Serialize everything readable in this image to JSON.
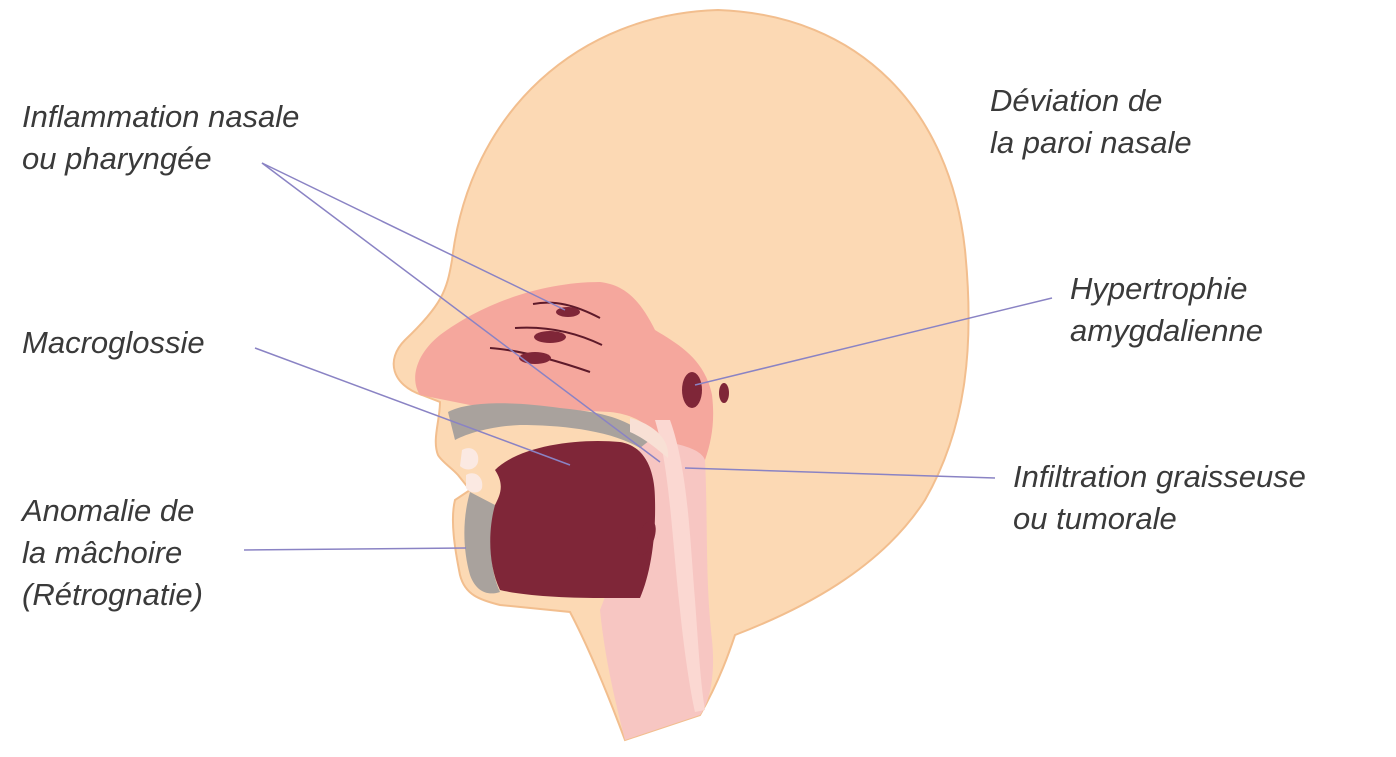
{
  "colors": {
    "skin": "#fcd9b4",
    "skin_outline": "#f2be8e",
    "airway": "#f5a79d",
    "airway_light": "#f9c3bb",
    "throat": "#f7c6c2",
    "tongue": "#7f2638",
    "tongue_dark": "#5e1a2a",
    "palate_bone": "#a9a29d",
    "teeth": "#fbe9e2",
    "callout_line": "#8a83c4",
    "text": "#3a3a3a"
  },
  "labels": {
    "nasal_inflammation": {
      "line1": "Inflammation nasale",
      "line2": "ou pharyngée"
    },
    "macroglossia": {
      "line1": "Macroglossie"
    },
    "jaw_anomaly": {
      "line1": "Anomalie de",
      "line2": "la mâchoire",
      "line3": "(Rétrognatie)"
    },
    "septum_deviation": {
      "line1": "Déviation de",
      "line2": "la paroi nasale"
    },
    "tonsil_hypertrophy": {
      "line1": "Hypertrophie",
      "line2": "amygdalienne"
    },
    "fat_infiltration": {
      "line1": "Infiltration graisseuse",
      "line2": "ou tumorale"
    }
  }
}
